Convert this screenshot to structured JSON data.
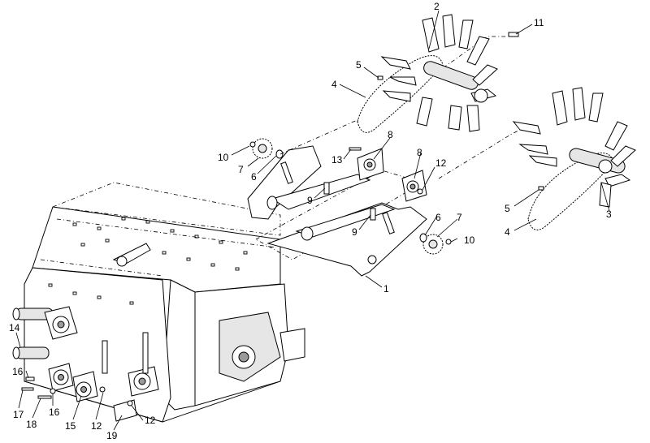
{
  "diagram": {
    "callouts": [
      {
        "id": "c2",
        "label": "2"
      },
      {
        "id": "c11",
        "label": "11"
      },
      {
        "id": "c5a",
        "label": "5"
      },
      {
        "id": "c4a",
        "label": "4"
      },
      {
        "id": "c8a",
        "label": "8"
      },
      {
        "id": "c10a",
        "label": "10"
      },
      {
        "id": "c13",
        "label": "13"
      },
      {
        "id": "c7a",
        "label": "7"
      },
      {
        "id": "c6a",
        "label": "6"
      },
      {
        "id": "c8b",
        "label": "8"
      },
      {
        "id": "c12a",
        "label": "12"
      },
      {
        "id": "c9a",
        "label": "9"
      },
      {
        "id": "c5b",
        "label": "5"
      },
      {
        "id": "c3",
        "label": "3"
      },
      {
        "id": "c4b",
        "label": "4"
      },
      {
        "id": "c9b",
        "label": "9"
      },
      {
        "id": "c6b",
        "label": "6"
      },
      {
        "id": "c7b",
        "label": "7"
      },
      {
        "id": "c10b",
        "label": "10"
      },
      {
        "id": "c1",
        "label": "1"
      },
      {
        "id": "c14",
        "label": "14"
      },
      {
        "id": "c16a",
        "label": "16"
      },
      {
        "id": "c17",
        "label": "17"
      },
      {
        "id": "c16b",
        "label": "16"
      },
      {
        "id": "c18",
        "label": "18"
      },
      {
        "id": "c15",
        "label": "15"
      },
      {
        "id": "c12b",
        "label": "12"
      },
      {
        "id": "c12c",
        "label": "12"
      },
      {
        "id": "c19",
        "label": "19"
      }
    ]
  }
}
